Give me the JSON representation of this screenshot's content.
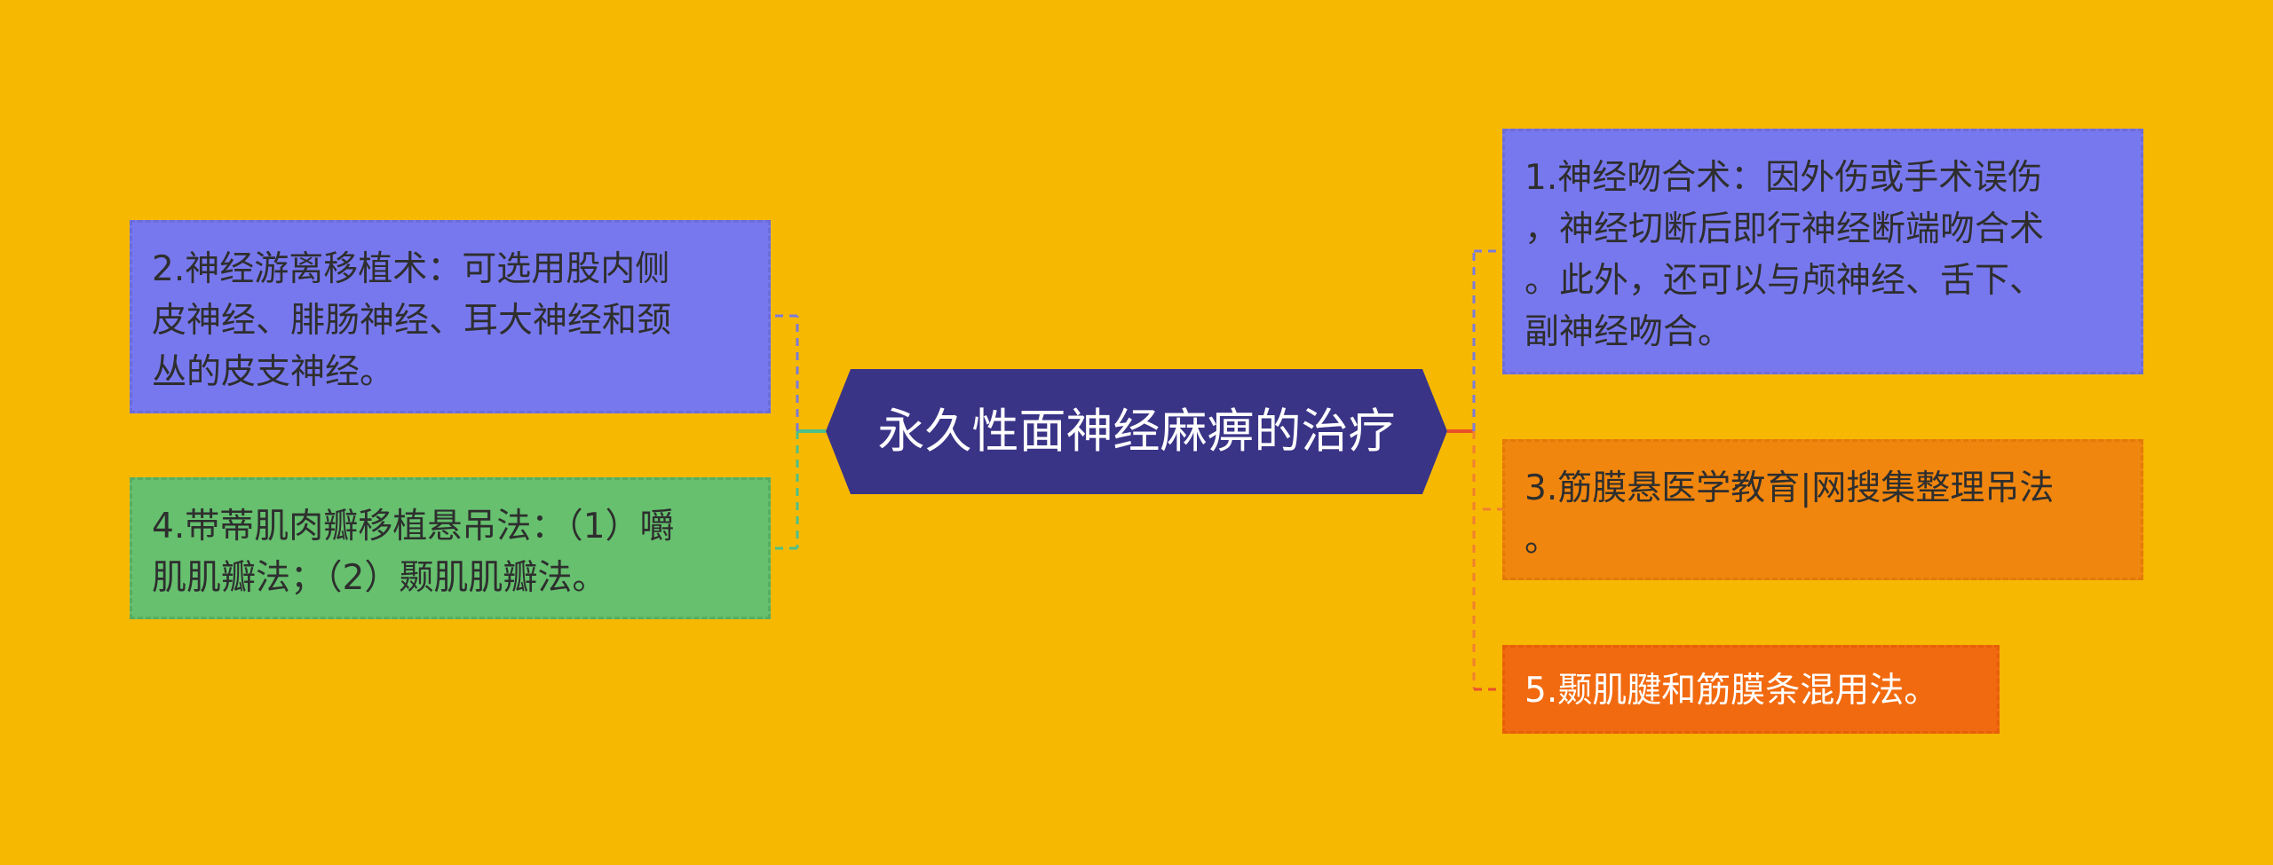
{
  "center": {
    "title": "永久性面神经麻痹的治疗",
    "fill": "#3A3487"
  },
  "nodes": {
    "n1": {
      "lines": [
        "1.神经吻合术：因外伤或手术误伤",
        "，神经切断后即行神经断端吻合术",
        "。此外，还可以与颅神经、舌下、",
        "副神经吻合。"
      ],
      "fill": "#7878EE"
    },
    "n2": {
      "lines": [
        "2.神经游离移植术：可选用股内侧",
        "皮神经、腓肠神经、耳大神经和颈",
        "丛的皮支神经。"
      ],
      "fill": "#7878EE"
    },
    "n3": {
      "lines": [
        "3.筋膜悬医学教育|网搜集整理吊法",
        "。"
      ],
      "fill": "#F0860E"
    },
    "n4": {
      "lines": [
        "4.带蒂肌肉瓣移植悬吊法：（1）嚼",
        "肌肌瓣法；（2）颞肌肌瓣法。"
      ],
      "fill": "#66C06E"
    },
    "n5": {
      "lines": [
        "5.颞肌腱和筋膜条混用法。"
      ],
      "fill": "#F26A0F"
    }
  },
  "connector_colors": {
    "purple": "#7B7BD9",
    "green": "#4CC08A",
    "orange": "#F08030",
    "red": "#E8502A"
  }
}
